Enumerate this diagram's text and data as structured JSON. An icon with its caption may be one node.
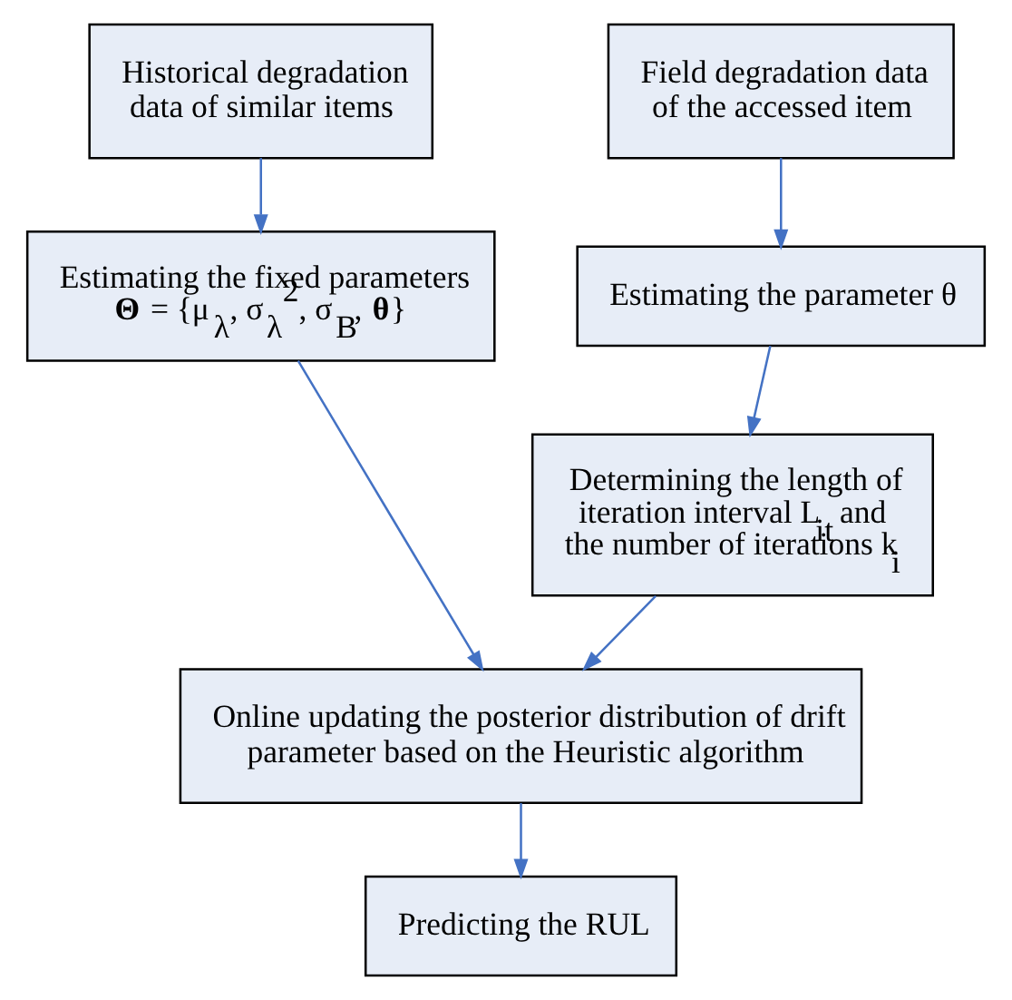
{
  "diagram": {
    "nodes": [
      {
        "text": [
          "Historical degradation data of similar items"
        ]
      },
      {
        "text": [
          "Field degradation data of the accessed item"
        ]
      },
      {
        "text": [
          "Estimating the fixed parameters",
          "**Θ** = {μ$_{λ}$, σ$_{λ}$$^{2}$, σ$_{B}$, **θ**}"
        ]
      },
      {
        "text": [
          "Estimating the parameter θ"
        ]
      },
      {
        "text": [
          "Determining the length of iteration interval L$_{it}$ and the number of iterations k$_{i}$"
        ]
      },
      {
        "text": [
          "Online updating the posterior distribution of drift parameter based on the Heuristic algorithm"
        ]
      },
      {
        "text": [
          "Predicting the RUL"
        ]
      }
    ],
    "edges": [
      {
        "from": 0,
        "to": 2,
        "arrow": "to"
      },
      {
        "from": 1,
        "to": 3,
        "arrow": "to"
      },
      {
        "from": 3,
        "to": 4,
        "arrow": "to"
      },
      {
        "from": 2,
        "to": 5,
        "arrow": "to"
      },
      {
        "from": 4,
        "to": 5,
        "arrow": "to"
      },
      {
        "from": 5,
        "to": 6,
        "arrow": "to"
      }
    ]
  }
}
